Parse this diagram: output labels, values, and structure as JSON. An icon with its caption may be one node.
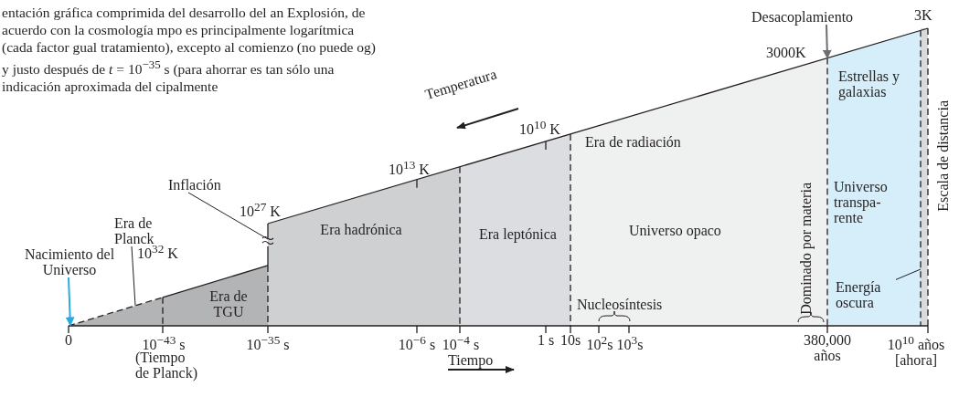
{
  "diagram": {
    "caption": "entación gráfica comprimida del desarrollo del an Explosión, de acuerdo con la cosmología mpo es principalmente logarítmica (cada factor gual tratamiento), excepto al comienzo (no puede og) y justo después de *t* = 10$^{−35}$ s (para ahorrar es tan sólo una indicación aproximada del cipalmente",
    "nodes": [
      {
        "text": [
          "Nacimiento del Universo"
        ]
      },
      {
        "text": [
          "Era de Planck"
        ]
      },
      {
        "text": [],
        "shape": "triangle"
      },
      {
        "text": [
          "Inflación"
        ]
      },
      {
        "text": [
          "Era de TGU"
        ]
      },
      {
        "text": [
          "Era hadrónica"
        ]
      },
      {
        "text": [
          "Era leptónica"
        ]
      },
      {
        "text": [
          "Era de radiación",
          "Universo opaco",
          "Nucleosíntesis"
        ]
      },
      {
        "text": [
          "Desacoplamiento"
        ]
      },
      {
        "text": [
          "Estrellas y galaxias",
          "Universo transpa- rente"
        ]
      },
      {
        "text": [
          "Energía oscura"
        ],
        "in": 9
      },
      {
        "text": [],
        "shape": "bar"
      }
    ],
    "edges": [
      {
        "from": 0,
        "to": 2,
        "arrow": "to",
        "color": "#29abe2"
      },
      {
        "from": 1,
        "to": 2,
        "arrow": "none"
      },
      {
        "from": 3,
        "to": 5,
        "arrow": "none"
      },
      {
        "from": 8,
        "to": 9,
        "arrow": "to",
        "color": "#6d6e71"
      },
      {
        "from": 10,
        "to": 11,
        "arrow": "none"
      }
    ],
    "labels": [
      "3K",
      "3000K",
      "Temperatura",
      "10$^{10}$ K",
      "10$^{13}$ K",
      "10$^{27}$ K",
      "10$^{32}$ K",
      "Dominado por materia",
      "Escala de distancia",
      "0",
      "10$^{−43}$ s",
      "10$^{−35}$ s",
      "10$^{−6}$ s",
      "10$^{−4}$ s",
      "1 s",
      "10s",
      "10$^{2}$s",
      "10$^{3}$s",
      "380,000 años",
      "10$^{10}$ años [ahora]",
      "(Tiempo de Planck)",
      "Tiempo"
    ]
  }
}
